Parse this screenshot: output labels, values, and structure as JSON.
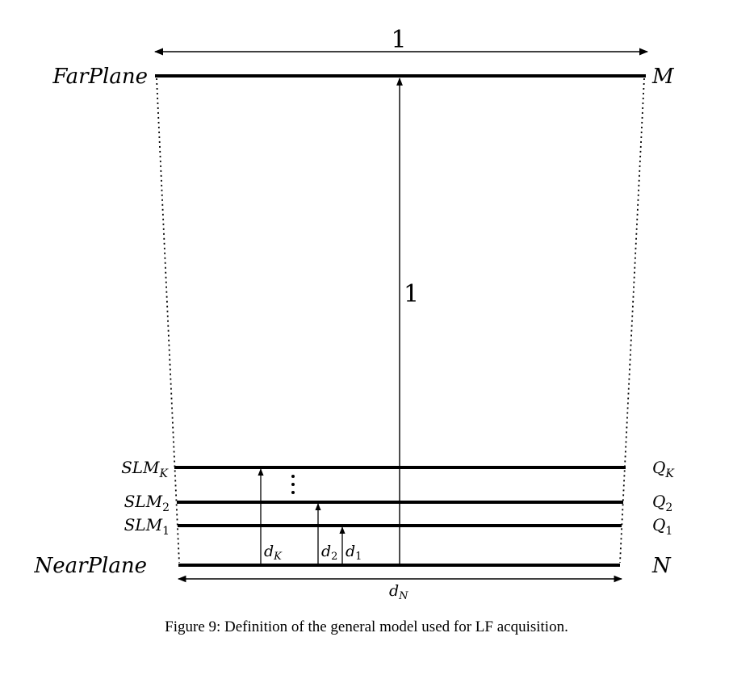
{
  "diagram": {
    "top_width_label": "1",
    "height_label": "1",
    "far_plane_label": "FarPlane",
    "far_plane_right_label": "M",
    "near_plane_label": "NearPlane",
    "near_plane_right_label": "N",
    "near_width_label": {
      "base": "d",
      "sub": "N"
    },
    "layers": [
      {
        "name": "SLM",
        "sub": "K",
        "right_base": "Q",
        "right_sub": "K"
      },
      {
        "name": "SLM",
        "sub": "2",
        "right_base": "Q",
        "right_sub": "2"
      },
      {
        "name": "SLM",
        "sub": "1",
        "right_base": "Q",
        "right_sub": "1"
      }
    ],
    "distances": [
      {
        "base": "d",
        "sub": "K"
      },
      {
        "base": "d",
        "sub": "2"
      },
      {
        "base": "d",
        "sub": "1"
      }
    ]
  },
  "caption": "Figure 9: Definition of the general model used for LF acquisition."
}
